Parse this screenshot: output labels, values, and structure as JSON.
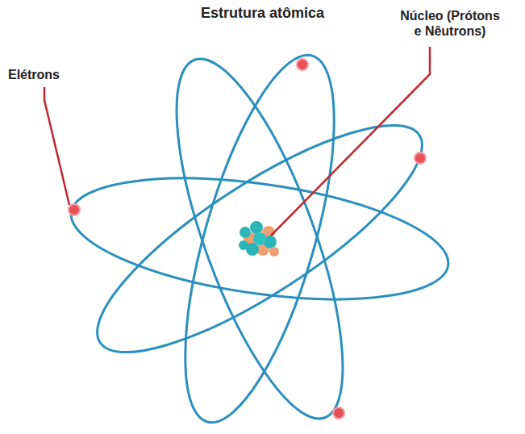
{
  "diagram": {
    "title": "Estrutura atômica",
    "labels": [
      "Núcleo (Prótons e Nêutrons)",
      "Elétrons"
    ]
  }
}
